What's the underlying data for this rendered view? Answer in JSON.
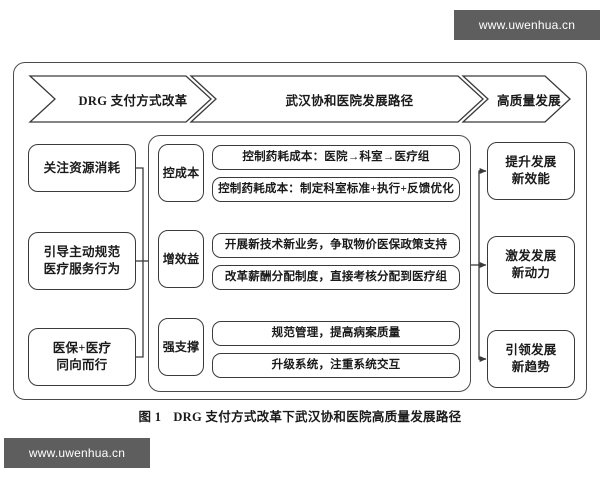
{
  "watermarks": {
    "top": "www.uwenhua.cn",
    "bottom": "www.uwenhua.cn"
  },
  "banner": {
    "chevrons": [
      {
        "label": "DRG 支付方式改革",
        "name": "chevron-drg-reform"
      },
      {
        "label": "武汉协和医院发展路径",
        "name": "chevron-development-path"
      },
      {
        "label": "高质量发展",
        "name": "chevron-high-quality"
      }
    ]
  },
  "left_column": {
    "boxes": [
      {
        "lines": [
          "关注资源消耗"
        ]
      },
      {
        "lines": [
          "引导主动规范",
          "医疗服务行为"
        ]
      },
      {
        "lines": [
          "医保+医疗",
          "同向而行"
        ]
      }
    ]
  },
  "middle_panel": {
    "groups": [
      {
        "label": "控成本",
        "items": [
          "控制药耗成本：医院→科室→医疗组",
          "控制药耗成本：制定科室标准+执行+反馈优化"
        ]
      },
      {
        "label": "增效益",
        "items": [
          "开展新技术新业务，争取物价医保政策支持",
          "改革薪酬分配制度，直接考核分配到医疗组"
        ]
      },
      {
        "label": "强支撑",
        "items": [
          "规范管理，提高病案质量",
          "升级系统，注重系统交互"
        ]
      }
    ]
  },
  "right_column": {
    "boxes": [
      {
        "lines": [
          "提升发展",
          "新效能"
        ]
      },
      {
        "lines": [
          "激发发展",
          "新动力"
        ]
      },
      {
        "lines": [
          "引领发展",
          "新趋势"
        ]
      }
    ]
  },
  "caption": {
    "number": "图 1",
    "text": "DRG 支付方式改革下武汉协和医院高质量发展路径"
  },
  "colors": {
    "stroke": "#3a3a3a",
    "frame": "#4a4a4a",
    "watermark_bg": "#5e5e5e",
    "background": "#ffffff"
  }
}
